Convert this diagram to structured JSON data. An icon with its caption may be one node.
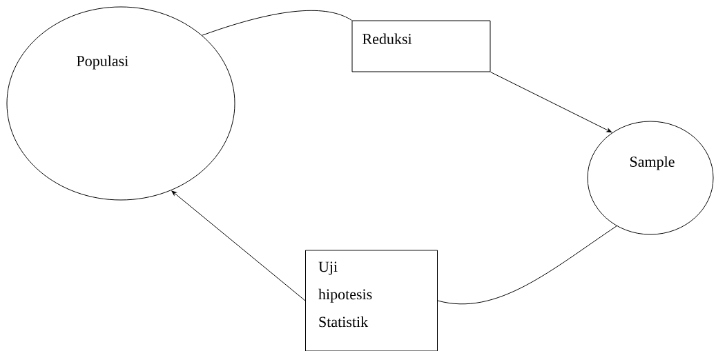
{
  "diagram": {
    "nodes": [
      {
        "text": [
          "Populasi"
        ]
      },
      {
        "text": [
          "Reduksi"
        ]
      },
      {
        "text": [
          "Sample"
        ]
      },
      {
        "text": [
          "Uji hipotesis Statistik"
        ]
      }
    ],
    "edges": [
      {
        "from": 0,
        "to": 1,
        "arrow": "none"
      },
      {
        "from": 1,
        "to": 2,
        "arrow": "to"
      },
      {
        "from": 2,
        "to": 3,
        "arrow": "none"
      },
      {
        "from": 3,
        "to": 0,
        "arrow": "to"
      }
    ]
  }
}
